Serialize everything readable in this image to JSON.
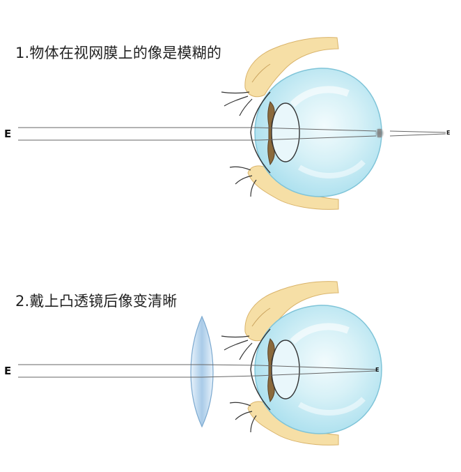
{
  "diagrams": [
    {
      "caption": "1.物体在视网膜上的像是模糊的",
      "object_symbol": "E",
      "image_symbol": "E"
    },
    {
      "caption": "2.戴上凸透镜后像变清晰",
      "object_symbol": "E",
      "image_symbol": "E",
      "lens": "convex-lens"
    }
  ],
  "colors": {
    "eyeball": "#cdeef6",
    "eyeball_light": "#eef9fc",
    "iris": "#8b6a3c",
    "eyelid": "#f6dfa6",
    "lens": "#a9cbe8",
    "rays": "#555555"
  }
}
